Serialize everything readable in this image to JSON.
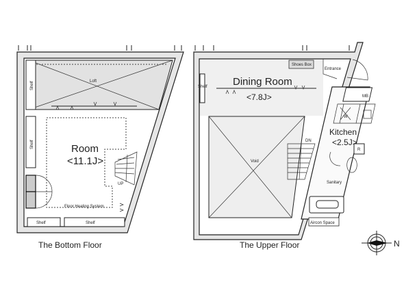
{
  "bottom_floor": {
    "caption": "The Bottom Floor",
    "room_name": "Room",
    "room_size": "<11.1J>",
    "loft": "Loft",
    "shelf_labels": [
      "Shelf",
      "Shelf",
      "Shelf",
      "Shelf"
    ],
    "floor_heating": "Floor Heating System",
    "stairs": "UP"
  },
  "upper_floor": {
    "caption": "The Upper Floor",
    "dining_name": "Dining Room",
    "dining_size": "<7.8J>",
    "shoes_box": "Shoes Box",
    "entrance": "Entrance",
    "mb": "MB",
    "shelf": "Shelf",
    "kitchen_name": "Kitchen",
    "kitchen_size": "<2.5J>",
    "fridge": "R",
    "washer": "W",
    "void": "Void",
    "stairs": "DN",
    "sanitary": "Sanitary",
    "aircon": "Aircon Space"
  },
  "compass": {
    "north": "N"
  }
}
